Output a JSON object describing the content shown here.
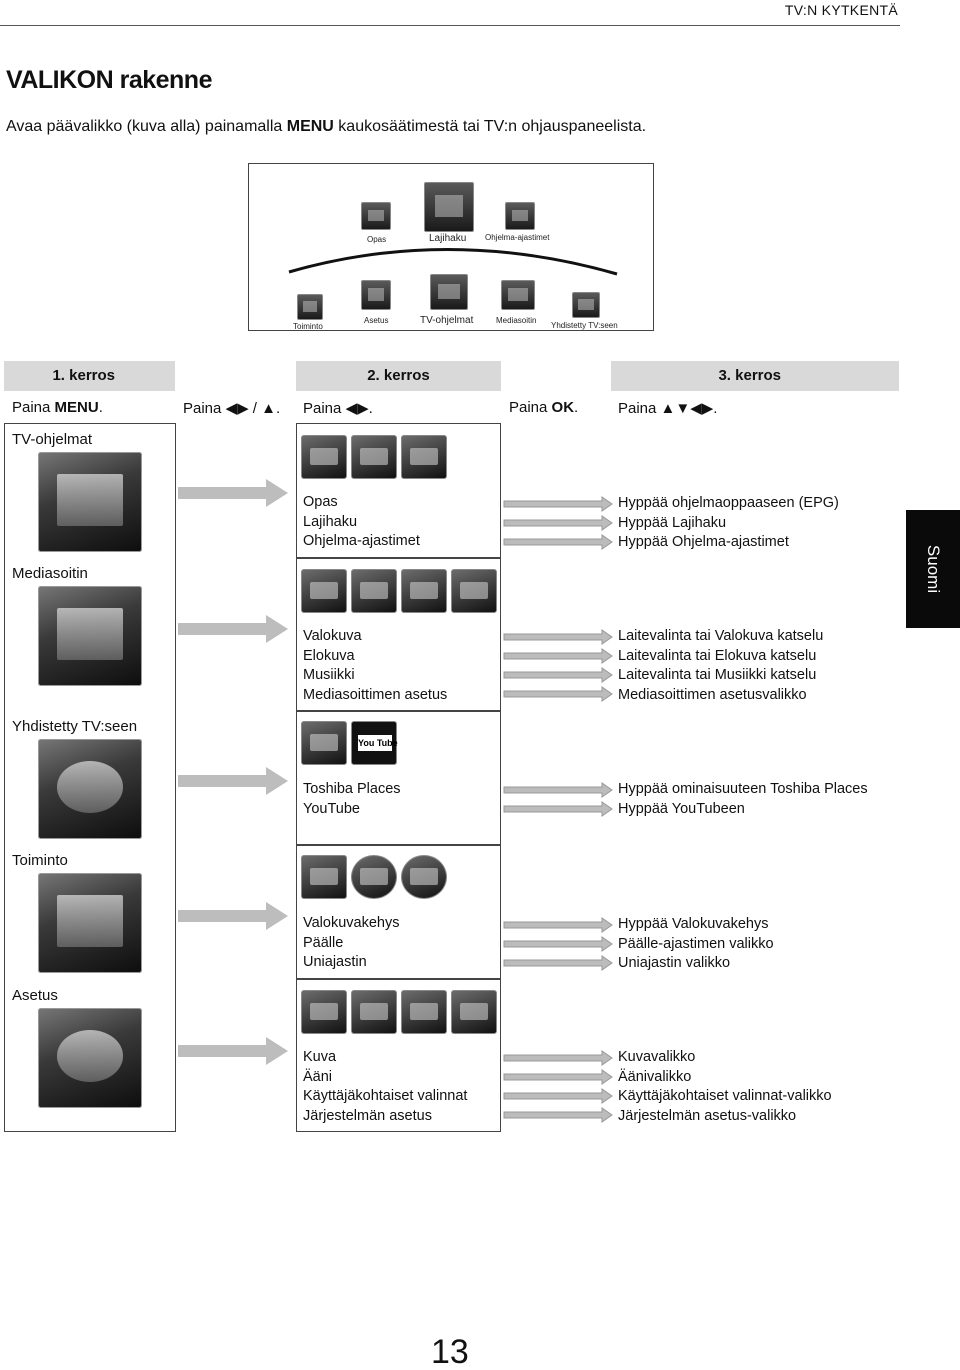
{
  "header": {
    "section": "TV:N KYTKENTÄ"
  },
  "title": "VALIKON rakenne",
  "intro": {
    "before": "Avaa päävalikko (kuva alla) painamalla ",
    "key": "MENU",
    "after": " kaukosäätimestä tai TV:n ohjauspaneelista."
  },
  "overview": {
    "top_items": [
      "Opas",
      "Lajihaku",
      "Ohjelma-ajastimet"
    ],
    "bottom_items": [
      "Toiminto",
      "Asetus",
      "TV-ohjelmat",
      "Mediasoitin",
      "Yhdistetty TV:seen"
    ]
  },
  "layers": {
    "l1": {
      "title": "1. kerros",
      "paina": "Paina ",
      "key": "MENU",
      "end": "."
    },
    "l1b": {
      "paina": "Paina ",
      "arrows": "◀▶ / ▲."
    },
    "l2": {
      "title": "2. kerros",
      "paina": "Paina ",
      "arrows": "◀▶."
    },
    "l2b": {
      "paina": "Paina ",
      "key": "OK",
      "end": "."
    },
    "l3": {
      "title": "3. kerros",
      "paina": "Paina ",
      "arrows": "▲▼◀▶."
    }
  },
  "categories": [
    {
      "name": "TV-ohjelmat",
      "items": [
        "Opas",
        "Lajihaku",
        "Ohjelma-ajastimet"
      ],
      "results": [
        "Hyppää ohjelmaoppaaseen (EPG)",
        "Hyppää Lajihaku",
        "Hyppää Ohjelma-ajastimet"
      ]
    },
    {
      "name": "Mediasoitin",
      "items": [
        "Valokuva",
        "Elokuva",
        "Musiikki",
        "Mediasoittimen asetus"
      ],
      "results": [
        "Laitevalinta tai Valokuva katselu",
        "Laitevalinta tai Elokuva katselu",
        "Laitevalinta tai Musiikki katselu",
        "Mediasoittimen asetusvalikko"
      ]
    },
    {
      "name": "Yhdistetty TV:seen",
      "items": [
        "Toshiba Places",
        "YouTube"
      ],
      "results": [
        "Hyppää ominaisuuteen Toshiba Places",
        "Hyppää YouTubeen"
      ]
    },
    {
      "name": "Toiminto",
      "items": [
        "Valokuvakehys",
        "Päälle",
        "Uniajastin"
      ],
      "results": [
        "Hyppää Valokuvakehys",
        "Päälle-ajastimen valikko",
        "Uniajastin valikko"
      ]
    },
    {
      "name": "Asetus",
      "items": [
        "Kuva",
        "Ääni",
        "Käyttäjäkohtaiset valinnat",
        "Järjestelmän asetus"
      ],
      "results": [
        "Kuvavalikko",
        "Äänivalikko",
        "Käyttäjäkohtaiset valinnat-valikko",
        "Järjestelmän asetus-valikko"
      ]
    }
  ],
  "youtube_logo": "You Tube",
  "side_tab": "Suomi",
  "page_number": "13"
}
